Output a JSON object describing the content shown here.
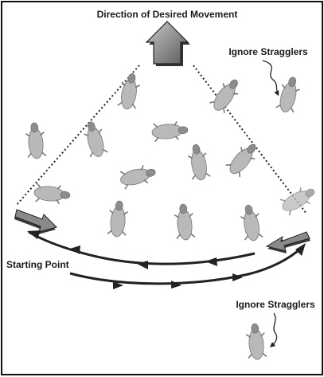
{
  "title": "Direction of Desired Movement",
  "labels": {
    "stragglers_top": "Ignore Stragglers",
    "starting_point": "Starting Point",
    "stragglers_bottom": "Ignore Stragglers"
  },
  "icons": {
    "main_arrow": "up-arrow-icon",
    "handler_markers": "arrow-marker-icon",
    "animals": "sheep-icon"
  },
  "colors": {
    "arrow_fill": "#888888",
    "arrow_shadow": "#444444",
    "sheep": "#b9b9b9",
    "lines": "#222222"
  }
}
